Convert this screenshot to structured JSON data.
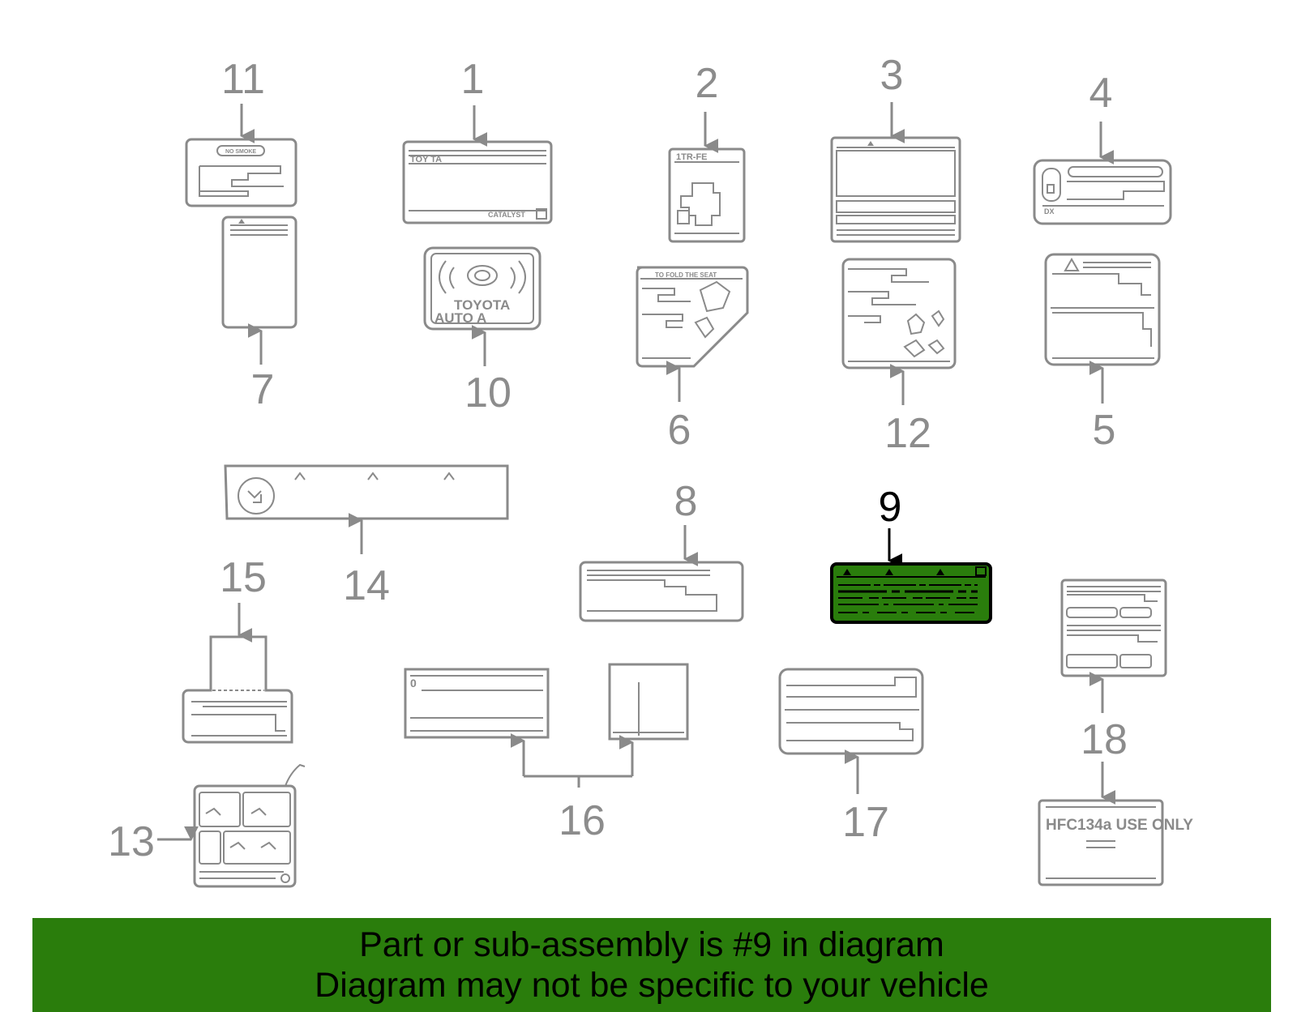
{
  "diagram": {
    "callouts": [
      {
        "id": "1",
        "label": "1"
      },
      {
        "id": "2",
        "label": "2"
      },
      {
        "id": "3",
        "label": "3"
      },
      {
        "id": "4",
        "label": "4"
      },
      {
        "id": "5",
        "label": "5"
      },
      {
        "id": "6",
        "label": "6"
      },
      {
        "id": "7",
        "label": "7"
      },
      {
        "id": "8",
        "label": "8"
      },
      {
        "id": "9",
        "label": "9"
      },
      {
        "id": "10",
        "label": "10"
      },
      {
        "id": "11",
        "label": "11"
      },
      {
        "id": "12",
        "label": "12"
      },
      {
        "id": "13",
        "label": "13"
      },
      {
        "id": "14",
        "label": "14"
      },
      {
        "id": "15",
        "label": "15"
      },
      {
        "id": "16",
        "label": "16"
      },
      {
        "id": "17",
        "label": "17"
      },
      {
        "id": "18",
        "label": "18"
      }
    ],
    "selected_part": "9",
    "highlight_color": "#2a7d0c",
    "outline_color": "#8a8a8a",
    "label_texts": {
      "label_1_top": "TOY TA",
      "label_1_bottom": "CATALYST",
      "label_2_top": "1TR-FE",
      "label_6_top": "TO FOLD THE SEAT",
      "label_10_line1": "TOYOTA",
      "label_10_line2": "AUTO A",
      "label_18_text": "HFC134a USE ONLY",
      "label_4_small": "DX",
      "label_11_badge": "NO SMOKE",
      "label_16_mark": "0"
    }
  },
  "footer": {
    "line1": "Part or sub-assembly is #9 in diagram",
    "line2": "Diagram may not be specific to your vehicle",
    "background": "#2a7d0c"
  }
}
